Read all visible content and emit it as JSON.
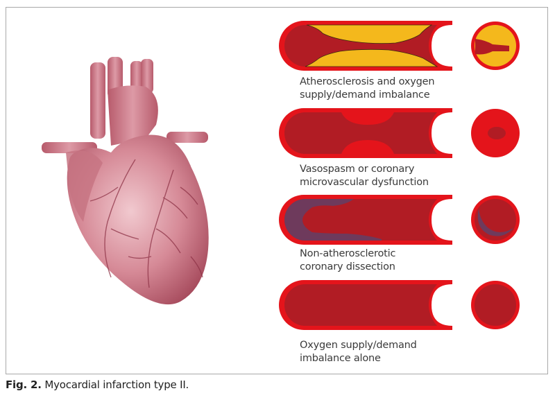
{
  "figure": {
    "caption_label": "Fig. 2.",
    "caption_text": " Myocardial infarction type II.",
    "colors": {
      "vessel_wall": "#e4141b",
      "lumen_blood": "#b11c24",
      "plaque": "#f4b81c",
      "hematoma": "#6e3a5c",
      "heart_base": "#c9707f",
      "frame_border": "#a8a8a8"
    },
    "heart_illustration": {
      "description": "3D rendered human heart, anterior view"
    },
    "panels": [
      {
        "label_line1": "Atherosclerosis and oxygen",
        "label_line2": "supply/demand imbalance",
        "type": "atherosclerosis"
      },
      {
        "label_line1": "Vasospasm or coronary",
        "label_line2": "microvascular dysfunction",
        "type": "vasospasm"
      },
      {
        "label_line1": "Non-atherosclerotic",
        "label_line2": "coronary dissection",
        "type": "dissection"
      },
      {
        "label_line1": "Oxygen supply/demand",
        "label_line2": "imbalance alone",
        "type": "imbalance"
      }
    ]
  }
}
